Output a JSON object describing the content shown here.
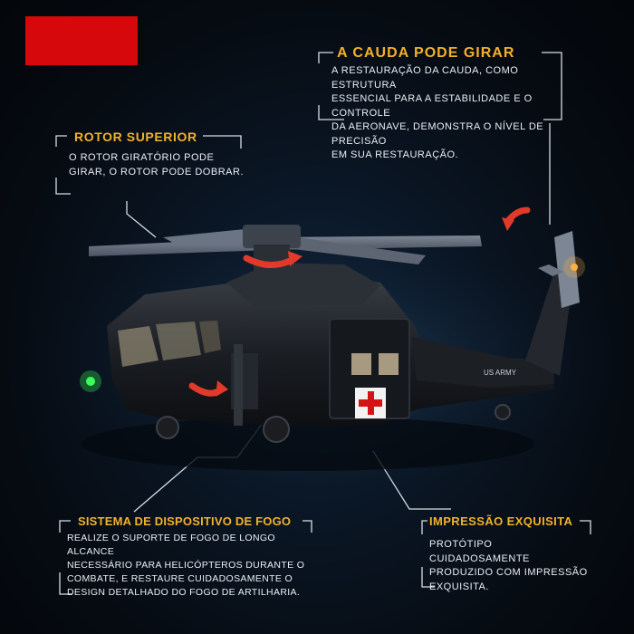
{
  "callouts": {
    "tail": {
      "title": "A CAUDA PODE GIRAR",
      "lines": [
        "A RESTAURAÇÃO DA CAUDA, COMO ESTRUTURA",
        "ESSENCIAL PARA A ESTABILIDADE E O CONTROLE",
        "DA AERONAVE, DEMONSTRA O NÍVEL DE PRECISÃO",
        "EM SUA RESTAURAÇÃO."
      ]
    },
    "rotor": {
      "title": "ROTOR SUPERIOR",
      "lines": [
        "O ROTOR GIRATÓRIO PODE",
        "GIRAR, O ROTOR PODE DOBRAR."
      ]
    },
    "fire": {
      "title": "SISTEMA DE DISPOSITIVO DE FOGO",
      "lines": [
        "REALIZE O SUPORTE DE FOGO DE LONGO ALCANCE",
        "NECESSÁRIO PARA HELICÓPTEROS DURANTE O",
        "COMBATE, E RESTAURE CUIDADOSAMENTE O",
        "DESIGN DETALHADO DO FOGO DE ARTILHARIA."
      ]
    },
    "print": {
      "title": "IMPRESSÃO EXQUISITA",
      "lines": [
        "PROTÓTIPO CUIDADOSAMENTE",
        "PRODUZIDO COM IMPRESSÃO",
        "EXQUISITA."
      ]
    }
  },
  "helicopter": {
    "tail_marking": "US ARMY"
  },
  "colors": {
    "accent": "#f3b12a",
    "banner": "#d6080c",
    "arrow": "#e23a2a",
    "medic_cross": "#d41414"
  }
}
